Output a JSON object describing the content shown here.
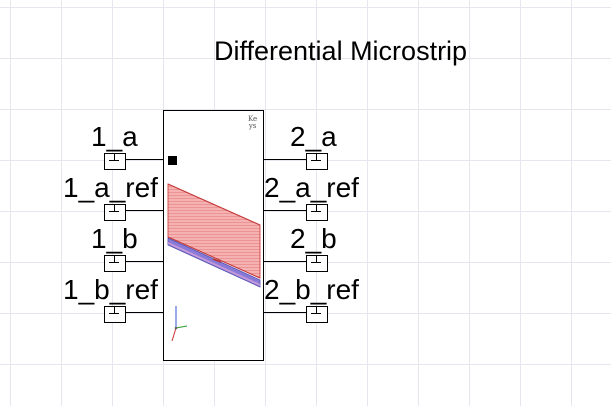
{
  "diagram": {
    "title": "Differential Microstrip",
    "ports_left": [
      {
        "label": "1_a"
      },
      {
        "label": "1_a_ref"
      },
      {
        "label": "1_b"
      },
      {
        "label": "1_b_ref"
      }
    ],
    "ports_right": [
      {
        "label": "2_a"
      },
      {
        "label": "2_a_ref"
      },
      {
        "label": "2_b"
      },
      {
        "label": "2_b_ref"
      }
    ],
    "logo_text": [
      "Ke",
      "ys"
    ],
    "colors": {
      "grid": "#e6e6ee",
      "strip_fill": "#f4a9a9",
      "strip_edge": "#d04545",
      "ground_fill": "#7b7bd6",
      "axis_x": "#2a9a2a",
      "axis_y": "#3355cc",
      "axis_z": "#cc3333"
    },
    "icons": {
      "pin_marker": "black-square-pin1-icon",
      "port": "port-terminal-icon",
      "preview": "microstrip-3d-preview-icon",
      "axes": "xyz-axes-icon",
      "logo": "keysight-logo-icon"
    }
  }
}
